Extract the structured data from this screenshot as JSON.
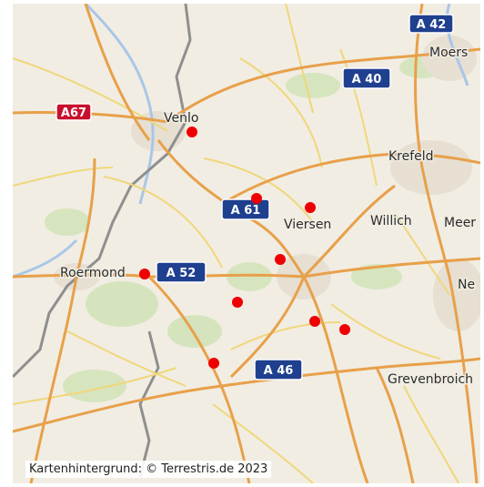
{
  "map": {
    "places": [
      "Venlo",
      "Moers",
      "Krefeld",
      "Viersen",
      "Willich",
      "Meer",
      "Roermond",
      "Ne",
      "Grevenbroich"
    ],
    "motorways": [
      "A 42",
      "A 40",
      "A67",
      "A 61",
      "A 52",
      "A 46"
    ],
    "marker_color": "#ee0000",
    "marker_count": 9
  },
  "attribution": "Kartenhintergrund: © Terrestris.de 2023"
}
